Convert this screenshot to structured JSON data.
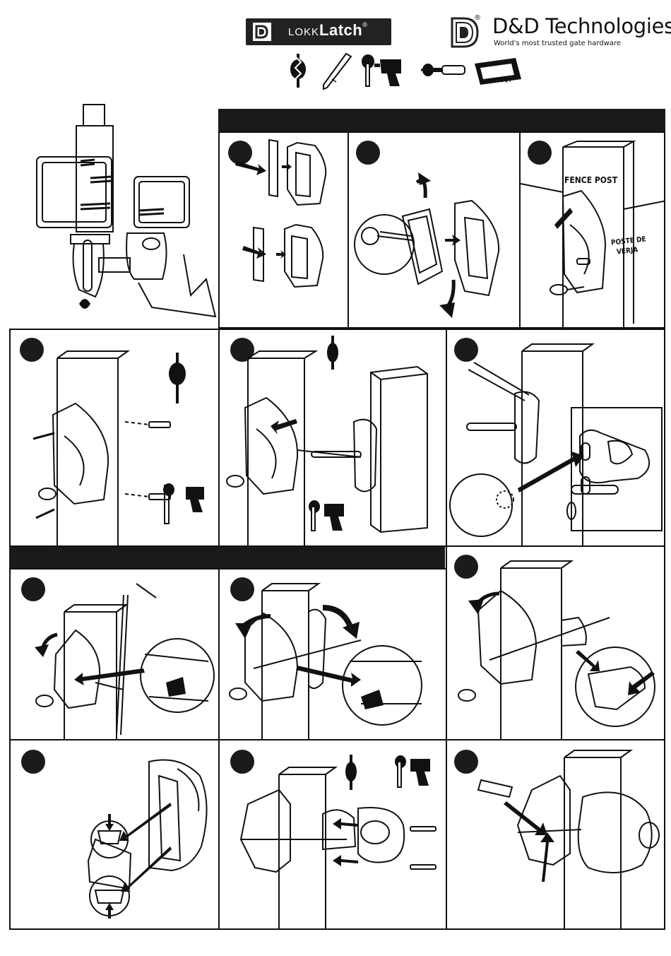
{
  "header": {
    "lokk_latch_brand_small": "LOKK",
    "lokk_latch_brand_big": "Latch",
    "lokk_latch_reg": "®",
    "dd_name": "D&D Technologies",
    "dd_tagline": "World's most trusted gate hardware",
    "dd_reg": "®",
    "tools": [
      "drill-bit-icon",
      "pencil-icon",
      "drill-icon",
      "screwdriver-icon",
      "hacksaw-icon"
    ]
  },
  "labels": {
    "fence_post": "FENCE POST",
    "poste_de_verja_1": "POSTE DE",
    "poste_de_verja_2": "VERJA"
  },
  "colors": {
    "ink": "#111111",
    "bar": "#1a1a1a",
    "paper": "#ffffff"
  }
}
